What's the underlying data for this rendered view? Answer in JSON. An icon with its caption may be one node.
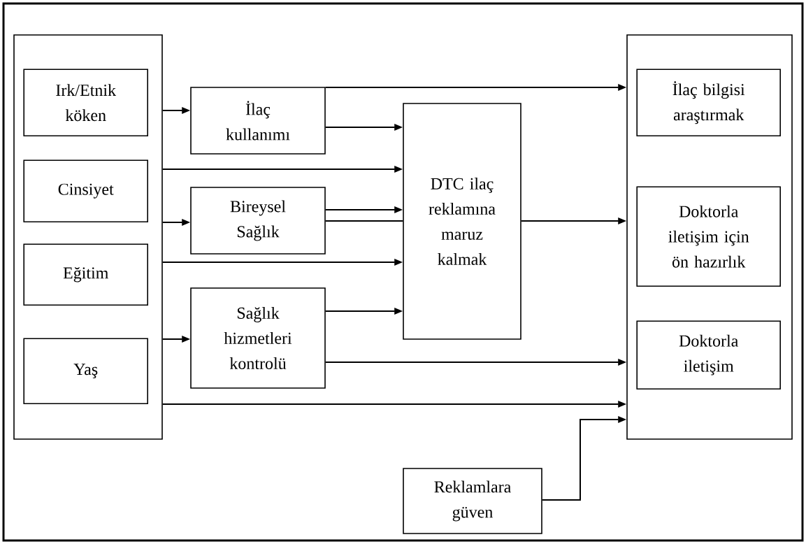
{
  "diagram": {
    "nodes": [
      {
        "text": [],
        "shape": "box"
      },
      {
        "text": [
          "Irk/Etnik köken"
        ],
        "in": 0
      },
      {
        "text": [
          "Cinsiyet"
        ],
        "in": 0
      },
      {
        "text": [
          "Eğitim"
        ],
        "in": 0
      },
      {
        "text": [
          "Yaş"
        ],
        "in": 0
      },
      {
        "text": [
          "İlaç kullanımı"
        ]
      },
      {
        "text": [
          "Bireysel Sağlık"
        ]
      },
      {
        "text": [
          "Sağlık hizmetleri kontrolü"
        ]
      },
      {
        "text": [
          "DTC ilaç reklamına maruz kalmak"
        ]
      },
      {
        "text": [],
        "shape": "box"
      },
      {
        "text": [
          "İlaç bilgisi araştırmak"
        ],
        "in": 9
      },
      {
        "text": [
          "Doktorla iletişim için ön hazırlık"
        ],
        "in": 9
      },
      {
        "text": [
          "Doktorla iletişim"
        ],
        "in": 9
      },
      {
        "text": [
          "Reklamlara güven"
        ]
      }
    ],
    "edges": [
      {
        "from": 0,
        "to": 5,
        "arrow": "to"
      },
      {
        "from": 5,
        "to": 9,
        "arrow": "to"
      },
      {
        "from": 5,
        "to": 8,
        "arrow": "to"
      },
      {
        "from": 0,
        "to": 8,
        "arrow": "to"
      },
      {
        "from": 0,
        "to": 6,
        "arrow": "to"
      },
      {
        "from": 6,
        "to": 8,
        "arrow": "to"
      },
      {
        "from": 6,
        "to": 8,
        "arrow": "none"
      },
      {
        "from": 8,
        "to": 9,
        "arrow": "to"
      },
      {
        "from": 0,
        "to": 8,
        "arrow": "to"
      },
      {
        "from": 7,
        "to": 8,
        "arrow": "to"
      },
      {
        "from": 0,
        "to": 7,
        "arrow": "to"
      },
      {
        "from": 7,
        "to": 9,
        "arrow": "to"
      },
      {
        "from": 0,
        "to": 9,
        "arrow": "to"
      },
      {
        "from": 13,
        "to": 9,
        "arrow": "to"
      }
    ]
  }
}
